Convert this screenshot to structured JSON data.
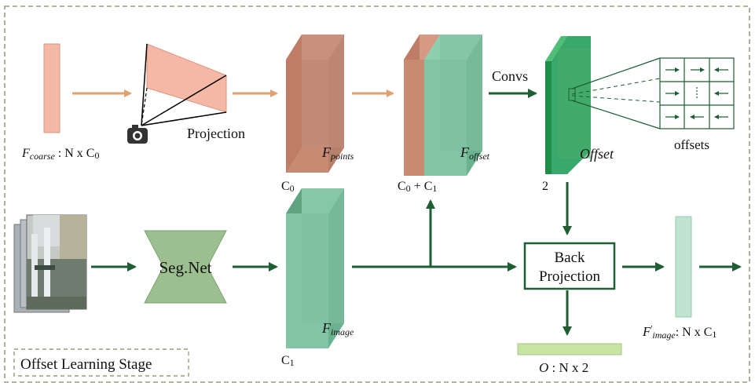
{
  "stage_label": "Offset Learning Stage",
  "top_row": {
    "coarse_label_main": "F",
    "coarse_label_sub": "coarse",
    "coarse_label_rest": " : N x C",
    "coarse_label_rest_sub": "0",
    "projection_label": "Projection",
    "points_label_main": "F",
    "points_label_sub": "points",
    "points_dim_main": "C",
    "points_dim_sub": "0",
    "offset_feat_main": "F",
    "offset_feat_sub": "offset",
    "concat_dim_main": "C",
    "concat_dim_sub1": "0",
    "concat_dim_plus": " + C",
    "concat_dim_sub2": "1",
    "convs_label": "Convs",
    "offset_map_label": "Offset",
    "offset_map_dim": "2",
    "offsets_label": "offsets"
  },
  "bottom_row": {
    "segnet_label": "Seg.Net",
    "image_feat_main": "F",
    "image_feat_sub": "image",
    "image_dim_main": "C",
    "image_dim_sub": "1",
    "back_projection_line1": "Back",
    "back_projection_line2": "Projection",
    "output_main": "O",
    "output_rest": " : N x 2",
    "image_out_main": "F",
    "image_out_prime": "'",
    "image_out_sub": "image",
    "image_out_rest": ": N x C",
    "image_out_rest_sub": "1"
  },
  "colors": {
    "salmon": "#f4b8a4",
    "brown": "#c98a74",
    "green_light": "#82c4a4",
    "green_dark": "#5fa47e",
    "green_bright": "#2f9e5a",
    "olive": "#9bbf8f",
    "lime": "#c8e4a3",
    "mint": "#bfe3cf",
    "arrow_orange": "#e0a070",
    "arrow_green": "#1d5e32",
    "border": "#9a9a7c"
  }
}
